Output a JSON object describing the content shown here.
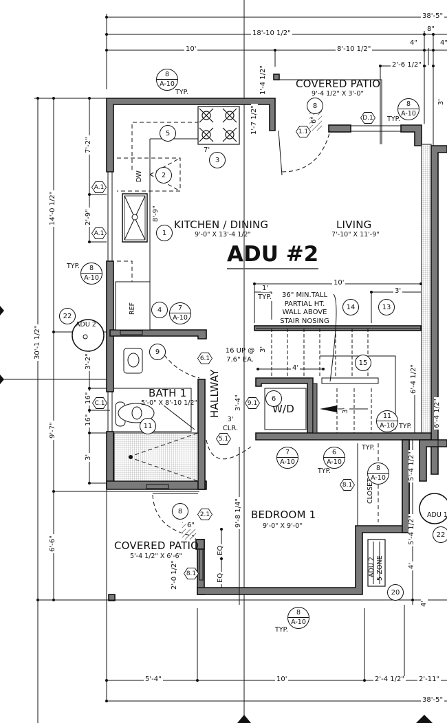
{
  "drawing": {
    "title": "ADU #2",
    "rooms": [
      {
        "name": "KITCHEN / DINING",
        "size": "9'-0\" X 13'-4 1/2\""
      },
      {
        "name": "LIVING",
        "size": "7'-10\" X 11'-9\""
      },
      {
        "name": "BATH 1",
        "size": "5'-0\" X 8'-10 1/2\""
      },
      {
        "name": "BEDROOM 1",
        "size": "9'-0\" X 9'-0\""
      },
      {
        "name": "COVERED PATIO",
        "size": "9'-4 1/2\" X 3'-0\""
      },
      {
        "name": "COVERED PATIO",
        "size": "5'-4 1/2\" X 6'-6\""
      },
      {
        "name": "HALLWAY"
      },
      {
        "name": "CLOSET"
      },
      {
        "name": "W/D"
      }
    ],
    "fixtures": {
      "dishwasher": "DW",
      "refrigerator": "REF",
      "hvac": "ADU 2",
      "hvac_zone": "5-ZONE",
      "adu1_unit": "ADU 1",
      "adu2_unit": "ADU 2"
    },
    "notes": {
      "stair_wall": "36\" MIN.TALL PARTIAL HT. WALL ABOVE STAIR NOSING",
      "stair_rise": "16 UP @ 7.6\" EA.",
      "clearance": "3' CLR.",
      "typ": "TYP."
    },
    "dimensions_top": {
      "overall": "38'-5\"",
      "row2_a": "18'-10 1/2\"",
      "row2_b": "8\"",
      "row3_a": "10'",
      "row3_b": "8'-10 1/2\"",
      "row3_c": "4\"",
      "row3_d": "4\"",
      "row4": "2'-6 1/2\"",
      "patio_offset": "1'-4 1/2\"",
      "range_offset": "1'-7 1/2\"",
      "counter": "7'",
      "patio_side": "3'"
    },
    "dimensions_left": {
      "overall": "30'-1 1/2\"",
      "upper": "14'-0 1/2\"",
      "kitchen_a": "7'-2\"",
      "kitchen_b": "2'-9\"",
      "counter_run": "8'-9\"",
      "lower": "9'-7\"",
      "bath_a": "3'-2\"",
      "bath_b": "16\"",
      "bath_c": "16\"",
      "bath_d": "3'",
      "patio": "6'-6\"",
      "patio_door": "2'-0 1/2\""
    },
    "dimensions_interior": {
      "stair_width": "10'",
      "stair_typ": "1'",
      "stair_3": "3'",
      "stair_run": "4'",
      "stair_step": "3'",
      "stair_landing": "3'",
      "wd_side": "3'-4\"",
      "bedroom_height": "9'-8 1/4\"",
      "eq1": "EQ",
      "eq2": "EQ",
      "right_a": "6'-4 1/2\"",
      "right_b": "6'-4 1/2\"",
      "right_c": "5'-4 1/2\"",
      "right_d": "5'-4 1/2\"",
      "right_e": "4'",
      "right_f": "4'",
      "patio_door_swing": "6\"",
      "patio_door_swing2": "6\""
    },
    "dimensions_bottom": {
      "a": "5'-4\"",
      "b": "10'",
      "c": "2'-4 1/2\"",
      "d": "2'-11\"",
      "overall": "38'-5\""
    },
    "keynotes": [
      "1",
      "2",
      "3",
      "4",
      "5",
      "6",
      "8",
      "8",
      "9",
      "11",
      "13",
      "14",
      "15",
      "20",
      "22",
      "22"
    ],
    "tags": [
      "A.1",
      "A.1",
      "1.1",
      "D.1",
      "6.1",
      "5.1",
      "9.1",
      "C.1",
      "2.1",
      "8.1",
      "8.1"
    ],
    "sections": [
      {
        "num": "8",
        "sheet": "A-10"
      },
      {
        "num": "8",
        "sheet": "A-10"
      },
      {
        "num": "8",
        "sheet": "A-10"
      },
      {
        "num": "7",
        "sheet": "A-10"
      },
      {
        "num": "7",
        "sheet": "A-10"
      },
      {
        "num": "6",
        "sheet": "A-10"
      },
      {
        "num": "8",
        "sheet": "A-10"
      },
      {
        "num": "11",
        "sheet": "A-10"
      },
      {
        "num": "8",
        "sheet": "A-10"
      }
    ]
  }
}
